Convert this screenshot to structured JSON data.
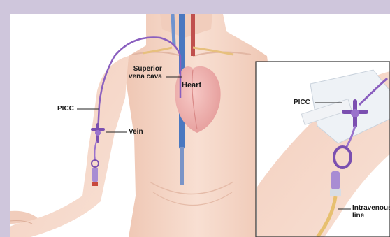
{
  "labels": {
    "superior_vena_cava": "Superior\nvena cava",
    "heart": "Heart",
    "picc_main": "PICC",
    "vein": "Vein",
    "picc_inset": "PICC",
    "intravenous_line": "Intravenous\nline"
  },
  "colors": {
    "page_border": "#cfc6dc",
    "skin": "#f6d8c9",
    "catheter": "#8a5fbf",
    "vein_blue": "#4a78c0",
    "heart_pink": "#e8a3a3"
  }
}
